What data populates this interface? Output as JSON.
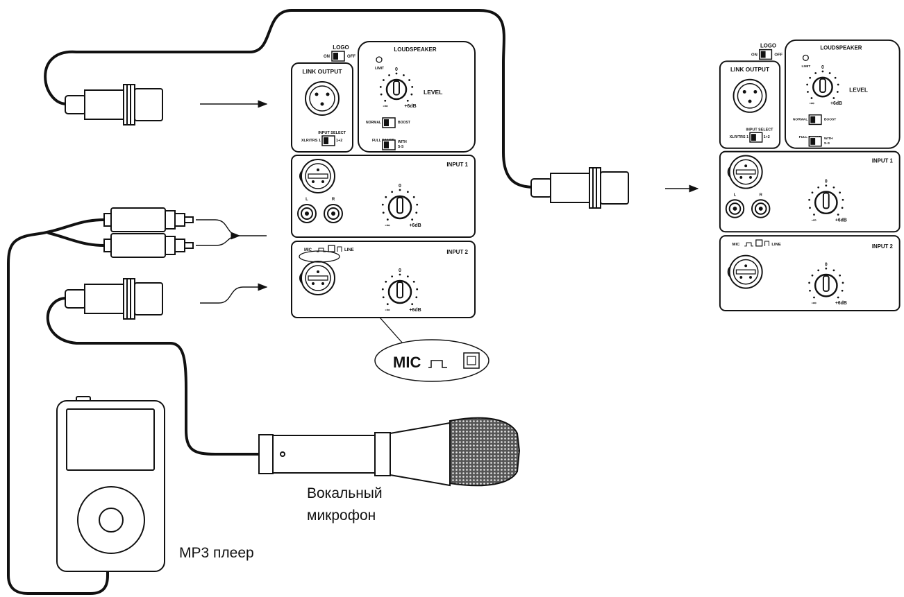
{
  "panels": [
    {
      "logo": {
        "title": "LOGO",
        "on": "ON",
        "off": "OFF"
      },
      "link_output": {
        "title": "LINK OUTPUT",
        "input_select": "INPUT SELECT",
        "left": "XLR/TRS 1",
        "right": "1+2"
      },
      "loudspeaker": {
        "title": "LOUDSPEAKER",
        "limit": "LIMIT",
        "level": "LEVEL",
        "min": "-∞",
        "max": "+6dB",
        "zero": "0",
        "normal": "NORMAL",
        "boost": "BOOST",
        "full_range": "FULL RANGE",
        "with": "WITH",
        "sub": "S-S"
      },
      "input1": {
        "title": "INPUT 1",
        "l": "L",
        "r": "R",
        "min": "-∞",
        "max": "+6dB",
        "zero": "0"
      },
      "input2": {
        "title": "INPUT 2",
        "mic": "MIC",
        "line": "LINE",
        "min": "-∞",
        "max": "+6dB",
        "zero": "0"
      }
    },
    {
      "logo": {
        "title": "LOGO",
        "on": "ON",
        "off": "OFF"
      },
      "link_output": {
        "title": "LINK OUTPUT",
        "input_select": "INPUT SELECT",
        "left": "XLR/TRS 1",
        "right": "1+2"
      },
      "loudspeaker": {
        "title": "LOUDSPEAKER",
        "limit": "LIMIT",
        "level": "LEVEL",
        "min": "-∞",
        "max": "+6dB",
        "zero": "0",
        "normal": "NORMAL",
        "boost": "BOOST",
        "full_range": "FULL RANGE",
        "with": "WITH",
        "sub": "S-S"
      },
      "input1": {
        "title": "INPUT 1",
        "l": "L",
        "r": "R",
        "min": "-∞",
        "max": "+6dB",
        "zero": "0"
      },
      "input2": {
        "title": "INPUT 2",
        "mic": "MIC",
        "line": "LINE",
        "min": "-∞",
        "max": "+6dB",
        "zero": "0"
      }
    }
  ],
  "callout": {
    "label": "MIC"
  },
  "captions": {
    "microphone_line1": "Вокальный",
    "microphone_line2": "микрофон",
    "mp3_player": "MP3 плеер"
  },
  "colors": {
    "stroke": "#111111",
    "background": "#ffffff",
    "grille": "#333333"
  }
}
